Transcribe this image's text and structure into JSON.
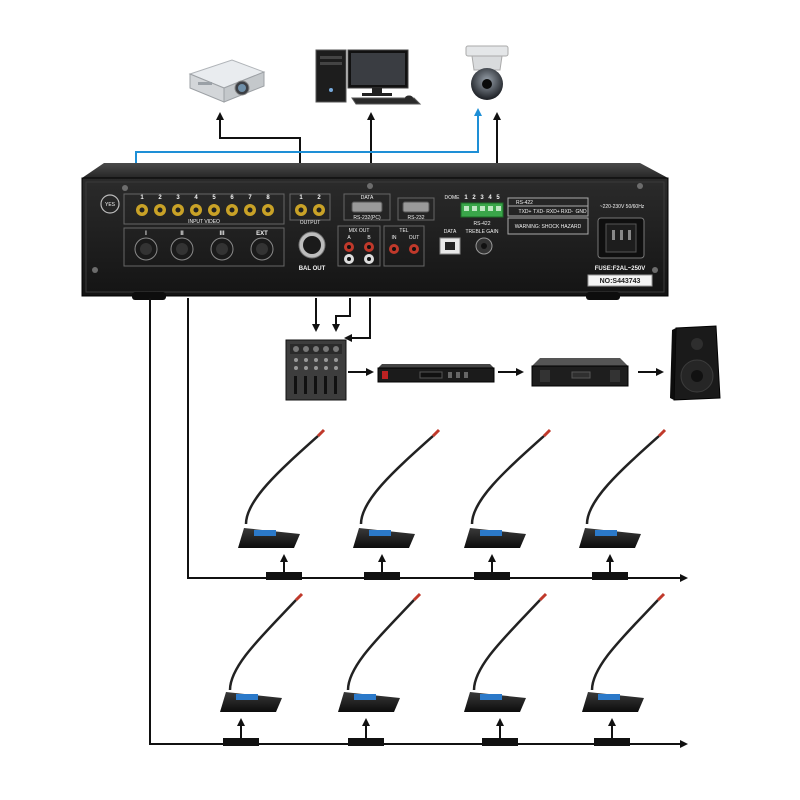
{
  "unit": {
    "input_video_label": "INPUT VIDEO",
    "input_numbers": [
      "1",
      "2",
      "3",
      "4",
      "5",
      "6",
      "7",
      "8"
    ],
    "output_label": "OUTPUT",
    "output_numbers": [
      "1",
      "2"
    ],
    "data_label": "DATA",
    "rs232_pc_label": "RS-232(PC)",
    "rs232_label": "RS-232",
    "dome_label": "DOME",
    "dome_numbers": [
      "1",
      "2",
      "3",
      "4",
      "5"
    ],
    "rs422_label": "RS-422",
    "rs422_cols": [
      "TXD+",
      "TXD-",
      "RXD+",
      "RXD-",
      "GND"
    ],
    "mic_inputs": [
      "I",
      "II",
      "III",
      "EXT"
    ],
    "bal_out_label": "BAL OUT",
    "mix_out_label": "MIX OUT",
    "mix_a": "A",
    "mix_b": "B",
    "tel_label": "TEL",
    "tel_in": "IN",
    "tel_out": "OUT",
    "data_port_label": "DATA",
    "treble_gain_label": "TREBLE GAIN",
    "power_label": "~220-230V 50/60Hz",
    "fuse_label": "FUSE:F2AL~250V",
    "serial_label": "NO:S443743",
    "warning_label": "WARNING: SHOCK HAZARD"
  }
}
